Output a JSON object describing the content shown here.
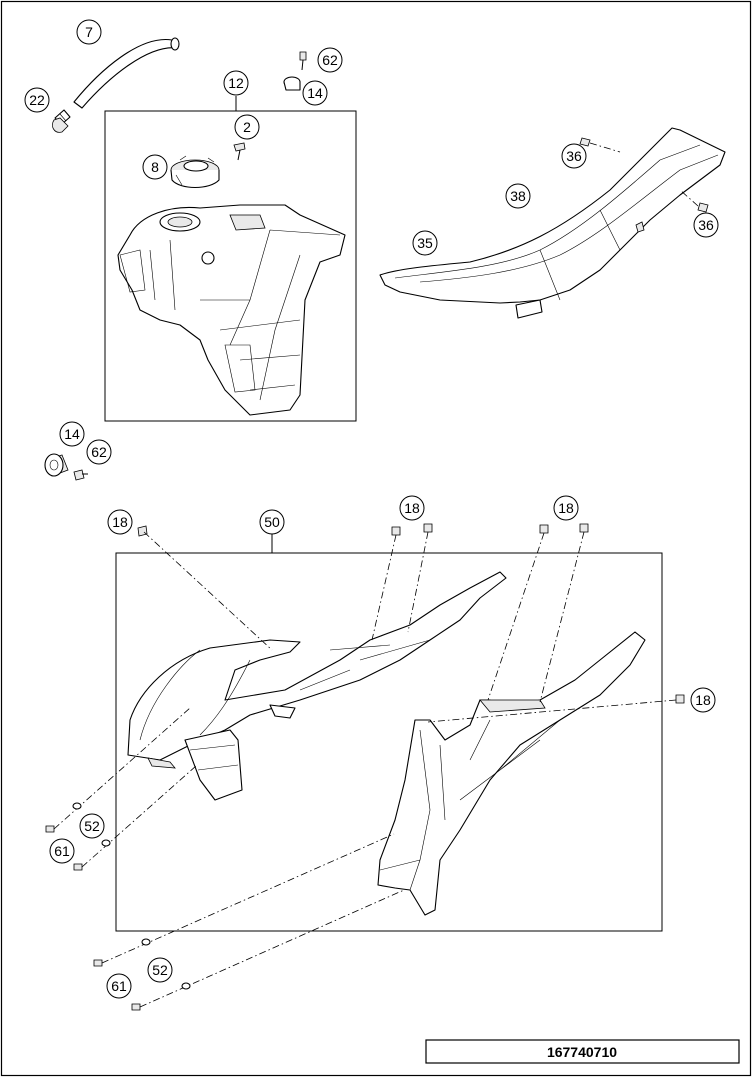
{
  "drawing": {
    "document_number": "167740710"
  },
  "callouts": [
    {
      "id": "c7",
      "label": "7"
    },
    {
      "id": "c62a",
      "label": "62"
    },
    {
      "id": "c22",
      "label": "22"
    },
    {
      "id": "c12",
      "label": "12"
    },
    {
      "id": "c14a",
      "label": "14"
    },
    {
      "id": "c2",
      "label": "2"
    },
    {
      "id": "c8",
      "label": "8"
    },
    {
      "id": "c36a",
      "label": "36"
    },
    {
      "id": "c38",
      "label": "38"
    },
    {
      "id": "c36b",
      "label": "36"
    },
    {
      "id": "c35",
      "label": "35"
    },
    {
      "id": "c14b",
      "label": "14"
    },
    {
      "id": "c62b",
      "label": "62"
    },
    {
      "id": "c18a",
      "label": "18"
    },
    {
      "id": "c50",
      "label": "50"
    },
    {
      "id": "c18b",
      "label": "18"
    },
    {
      "id": "c18c",
      "label": "18"
    },
    {
      "id": "c18d",
      "label": "18"
    },
    {
      "id": "c52a",
      "label": "52"
    },
    {
      "id": "c61a",
      "label": "61"
    },
    {
      "id": "c52b",
      "label": "52"
    },
    {
      "id": "c61b",
      "label": "61"
    }
  ]
}
